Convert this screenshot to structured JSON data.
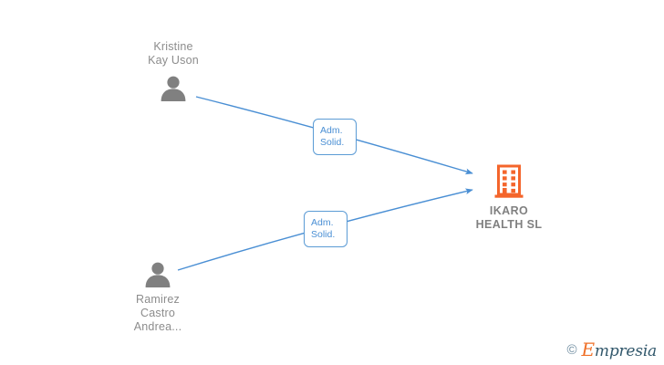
{
  "graph": {
    "background_color": "#ffffff",
    "edge_color": "#4a8fd4",
    "person_color": "#808080",
    "company_color": "#f4652b"
  },
  "persons": [
    {
      "id": "kristine-kay-uson",
      "name": "Kristine\nKay Uson",
      "icon": "person-avatar-icon"
    },
    {
      "id": "ramirez-castro-andrea",
      "name": "Ramirez\nCastro\nAndrea...",
      "icon": "person-avatar-icon"
    }
  ],
  "company": {
    "id": "ikaro-health-sl",
    "name": "IKARO\nHEALTH  SL",
    "icon": "company-building-icon"
  },
  "relations": [
    {
      "from": "kristine-kay-uson",
      "to": "ikaro-health-sl",
      "label": "Adm.\nSolid."
    },
    {
      "from": "ramirez-castro-andrea",
      "to": "ikaro-health-sl",
      "label": "Adm.\nSolid."
    }
  ],
  "watermark": {
    "copyright": "©",
    "brand_initial": "E",
    "brand_rest": "mpresia"
  }
}
